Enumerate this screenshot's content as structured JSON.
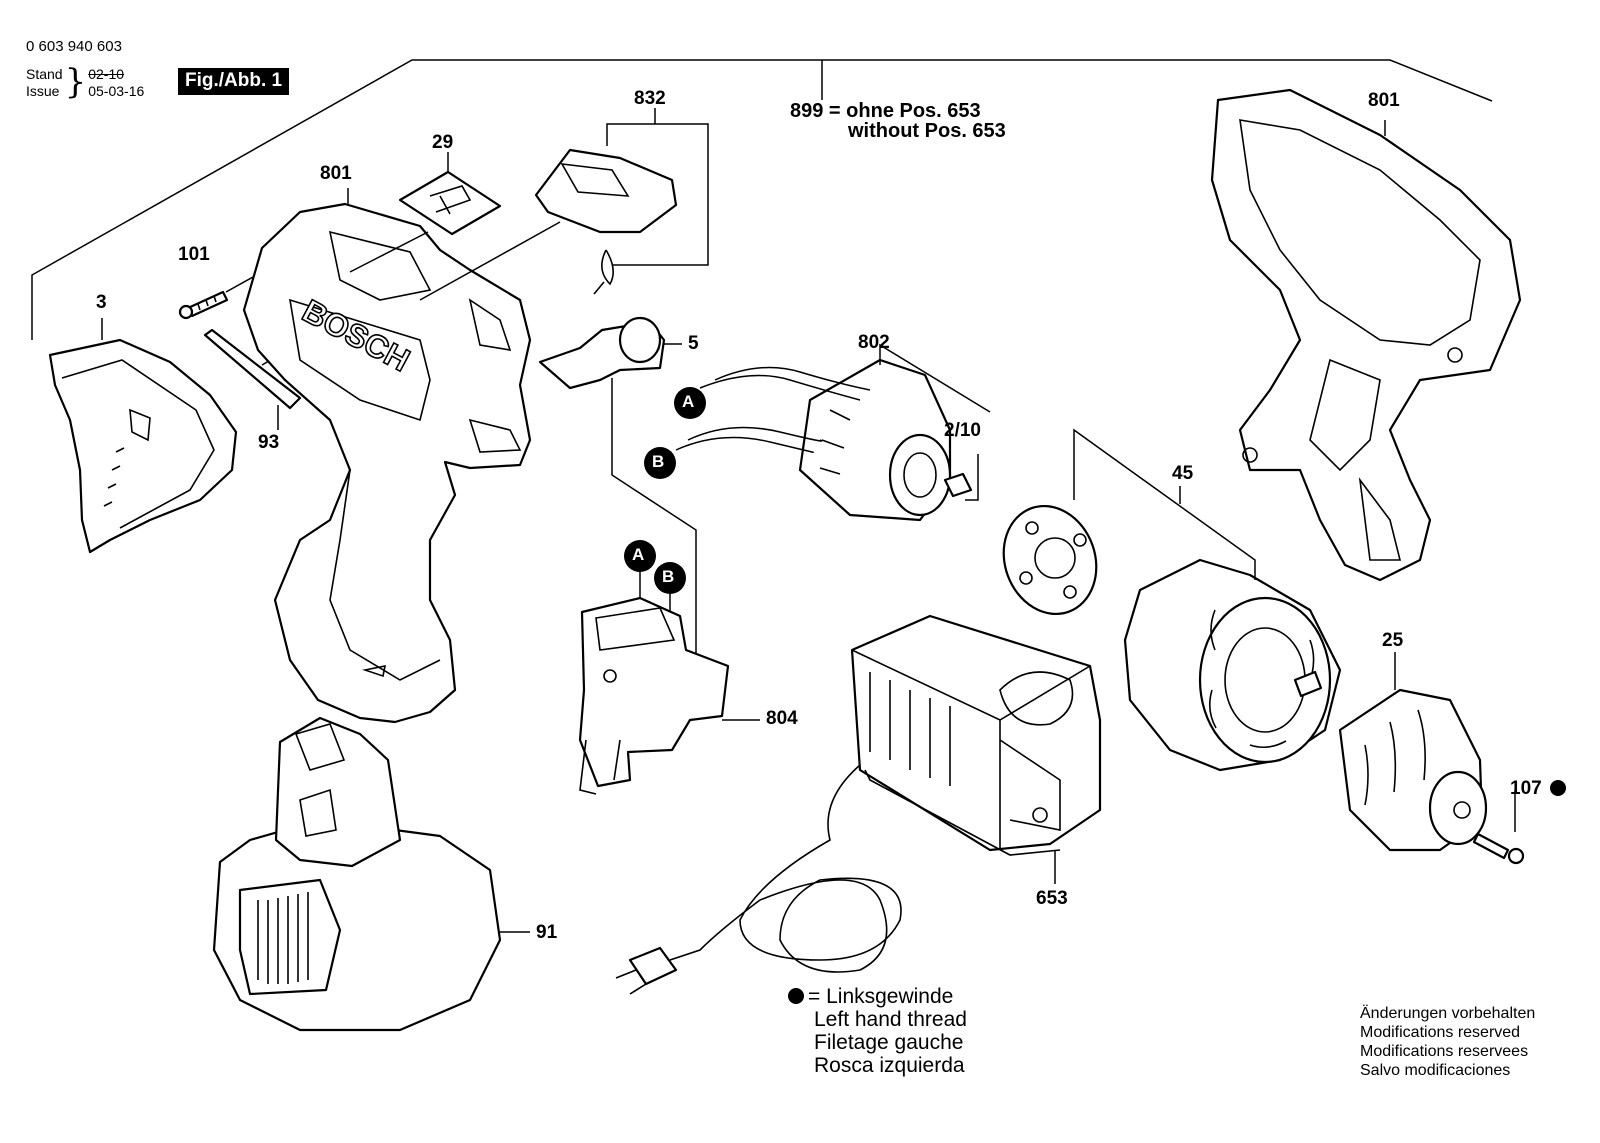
{
  "header": {
    "doc_number": "0 603 940 603",
    "stand_label": "Stand",
    "issue_label": "Issue",
    "stand_date": "02-10",
    "issue_date": "05-03-16",
    "fig_label": "Fig./Abb. 1"
  },
  "note": {
    "line1": "899 = ohne Pos. 653",
    "line2": "without Pos. 653"
  },
  "parts": {
    "p3": "3",
    "p5": "5",
    "p25": "25",
    "p29": "29",
    "p45": "45",
    "p91": "91",
    "p93": "93",
    "p101": "101",
    "p107": "107",
    "p653": "653",
    "p801_left": "801",
    "p801_right": "801",
    "p802": "802",
    "p804": "804",
    "p832": "832",
    "p2_10": "2/10"
  },
  "connectors": {
    "a": "A",
    "b": "B"
  },
  "legend": {
    "line1": "= Linksgewinde",
    "line2": "Left hand thread",
    "line3": "Filetage gauche",
    "line4": "Rosca izquierda"
  },
  "modifications": {
    "line1": "Änderungen vorbehalten",
    "line2": "Modifications reserved",
    "line3": "Modifications reservees",
    "line4": "Salvo modificaciones"
  }
}
